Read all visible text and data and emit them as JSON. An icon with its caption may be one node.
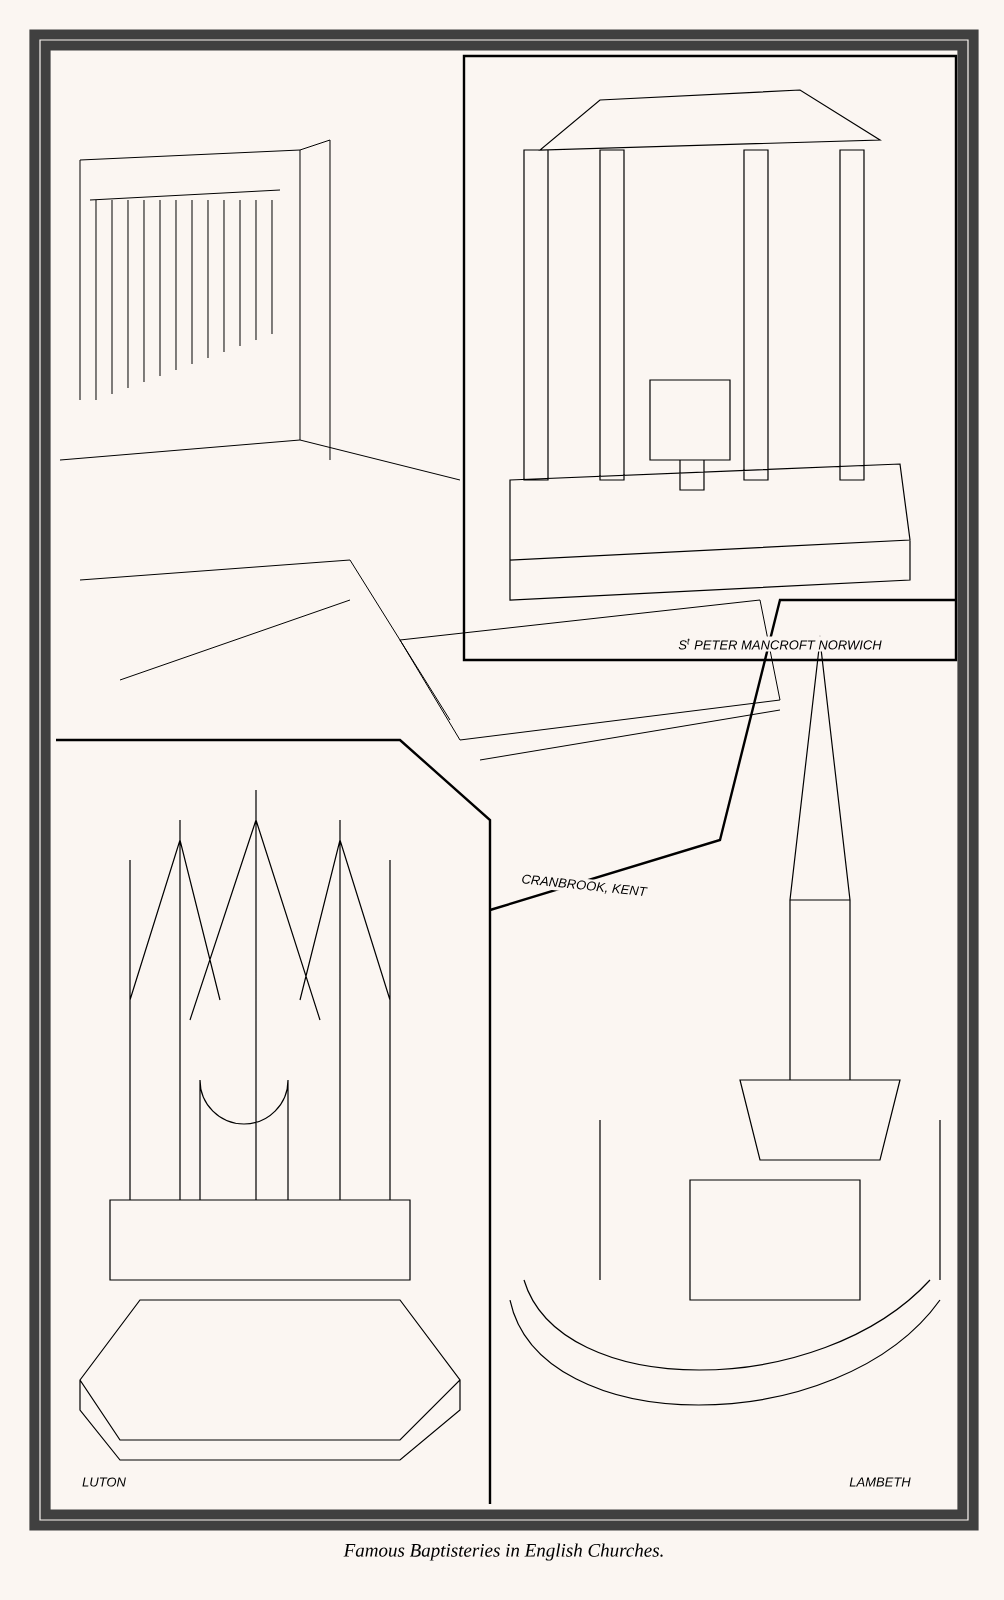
{
  "diagram": {
    "caption": "Famous Baptisteries in English Churches.",
    "labels": [
      "S$^{t}$ PETER MANCROFT NORWICH",
      "CRANBROOK, KENT",
      "LUTON",
      "LAMBETH"
    ]
  }
}
